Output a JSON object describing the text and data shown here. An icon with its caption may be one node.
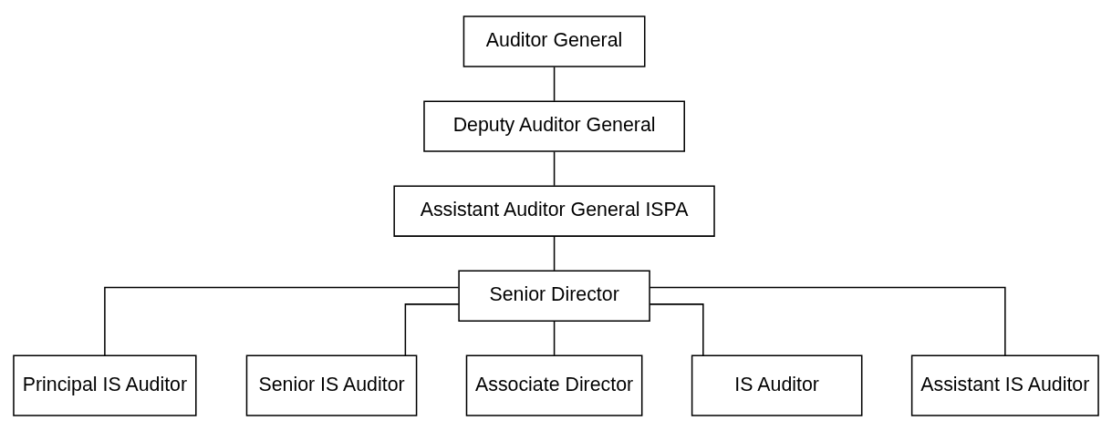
{
  "diagram": {
    "nodes": [
      {
        "text": [
          "Auditor General"
        ]
      },
      {
        "text": [
          "Deputy Auditor General"
        ]
      },
      {
        "text": [
          "Assistant Auditor General ISPA"
        ]
      },
      {
        "text": [
          "Senior Director"
        ]
      },
      {
        "text": [
          "Principal IS Auditor"
        ]
      },
      {
        "text": [
          "Senior IS Auditor"
        ]
      },
      {
        "text": [
          "Associate Director"
        ]
      },
      {
        "text": [
          "IS Auditor"
        ]
      },
      {
        "text": [
          "Assistant IS Auditor"
        ]
      }
    ],
    "edges": [
      {
        "from": 0,
        "to": 1,
        "arrow": "none"
      },
      {
        "from": 1,
        "to": 2,
        "arrow": "none"
      },
      {
        "from": 2,
        "to": 3,
        "arrow": "none"
      },
      {
        "from": 3,
        "to": 4,
        "arrow": "none"
      },
      {
        "from": 3,
        "to": 5,
        "arrow": "none"
      },
      {
        "from": 3,
        "to": 6,
        "arrow": "none"
      },
      {
        "from": 3,
        "to": 7,
        "arrow": "none"
      },
      {
        "from": 3,
        "to": 8,
        "arrow": "none"
      }
    ]
  }
}
